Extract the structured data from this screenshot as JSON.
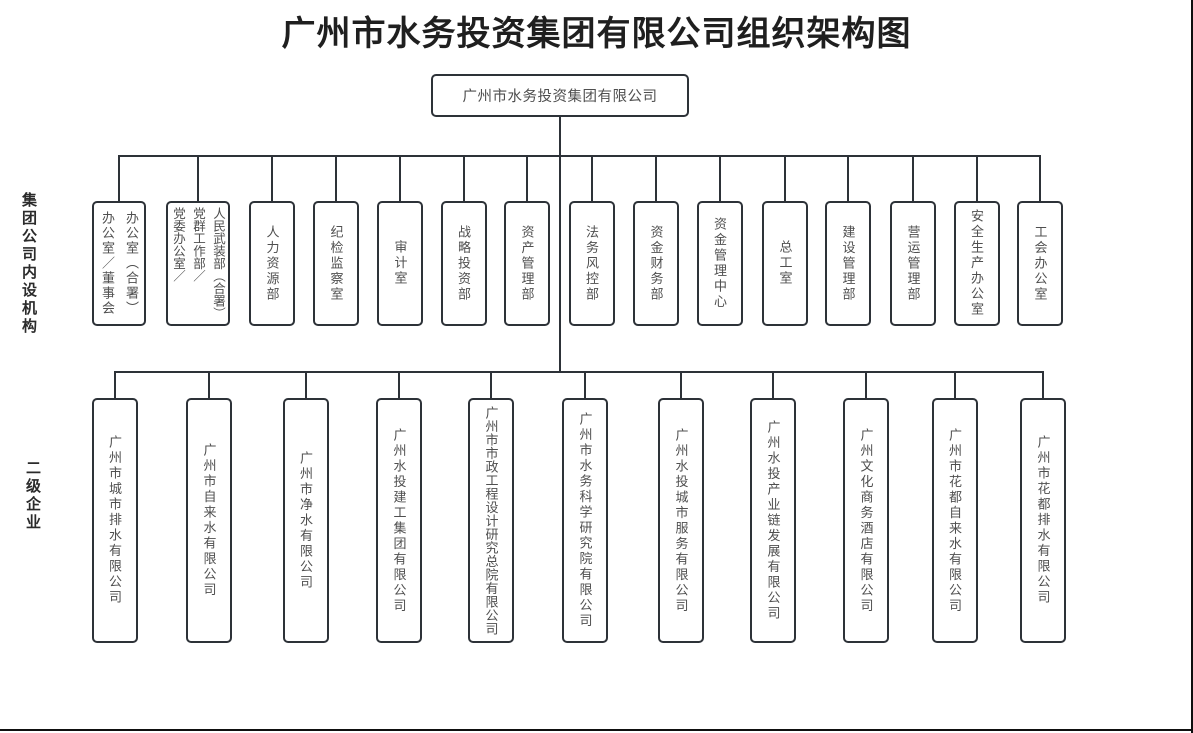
{
  "title": "广州市水务投资集团有限公司组织架构图",
  "root": {
    "label": "广州市水务投资集团有限公司"
  },
  "side_labels": {
    "internal_departments": "集团公司内设机构",
    "secondary_enterprises": "二级企业"
  },
  "departments": [
    "办公室／董事会\n办公室（合署）",
    "党委办公室／\n党群工作部／\n人民武装部（合署）",
    "人力资源部",
    "纪检监察室",
    "审计室",
    "战略投资部",
    "资产管理部",
    "法务风控部",
    "资金财务部",
    "资金管理中心",
    "总工室",
    "建设管理部",
    "营运管理部",
    "安全生产办公室",
    "工会办公室"
  ],
  "companies": [
    "广州市城市排水有限公司",
    "广州市自来水有限公司",
    "广州市净水有限公司",
    "广州水投建工集团有限公司",
    "广州市市政工程设计研究总院有限公司",
    "广州市水务科学研究院有限公司",
    "广州水投城市服务有限公司",
    "广州水投产业链发展有限公司",
    "广州文化商务酒店有限公司",
    "广州市花都自来水有限公司",
    "广州市花都排水有限公司"
  ],
  "colors": {
    "line": "#2d3238",
    "box_border": "#2d3238",
    "box_text": "#4f4f4f",
    "title_text": "#1f1f1f",
    "page_border": "#0f0f0f",
    "background": "#ffffff"
  }
}
